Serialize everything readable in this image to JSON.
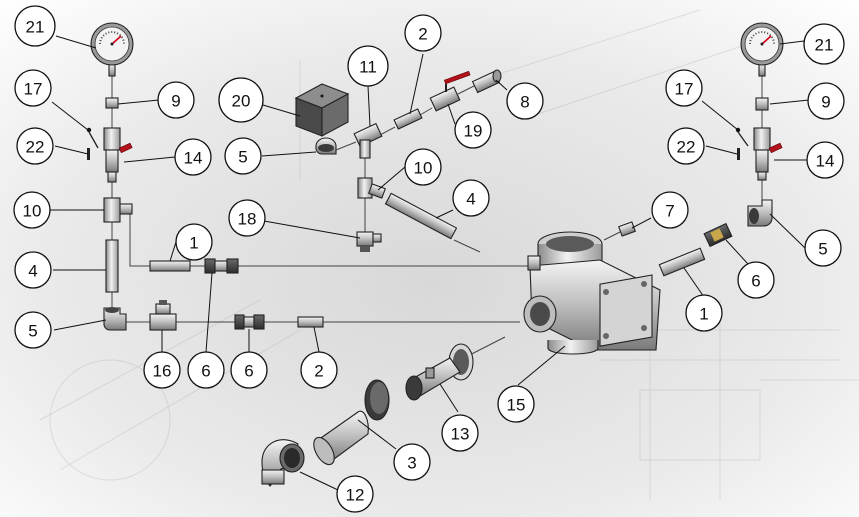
{
  "callouts": [
    {
      "num": "21",
      "part": "gauge-left"
    },
    {
      "num": "17",
      "part": "needle-valve-left"
    },
    {
      "num": "9",
      "part": "adapter-left"
    },
    {
      "num": "22",
      "part": "pin-left"
    },
    {
      "num": "14",
      "part": "ball-valve-left"
    },
    {
      "num": "10",
      "part": "tee-left"
    },
    {
      "num": "1",
      "part": "nipple-upper"
    },
    {
      "num": "4",
      "part": "pipe-left"
    },
    {
      "num": "5",
      "part": "elbow-lower-left"
    },
    {
      "num": "16",
      "part": "check-valve"
    },
    {
      "num": "6",
      "part": "union-lower-a"
    },
    {
      "num": "6",
      "part": "union-lower-b"
    },
    {
      "num": "2",
      "part": "nipple-lower"
    },
    {
      "num": "20",
      "part": "pressure-switch"
    },
    {
      "num": "5",
      "part": "elbow-switch"
    },
    {
      "num": "11",
      "part": "tee-top"
    },
    {
      "num": "2",
      "part": "nipple-top"
    },
    {
      "num": "19",
      "part": "ball-valve-top"
    },
    {
      "num": "8",
      "part": "fitting-top"
    },
    {
      "num": "10",
      "part": "tee-mid"
    },
    {
      "num": "4",
      "part": "pipe-mid"
    },
    {
      "num": "18",
      "part": "valve-mid"
    },
    {
      "num": "7",
      "part": "plug"
    },
    {
      "num": "15",
      "part": "main-valve-body"
    },
    {
      "num": "3",
      "part": "screen-cylinder"
    },
    {
      "num": "13",
      "part": "check-assembly"
    },
    {
      "num": "12",
      "part": "elbow-large"
    },
    {
      "num": "21",
      "part": "gauge-right"
    },
    {
      "num": "17",
      "part": "needle-valve-right"
    },
    {
      "num": "9",
      "part": "adapter-right"
    },
    {
      "num": "22",
      "part": "pin-right"
    },
    {
      "num": "14",
      "part": "ball-valve-right"
    },
    {
      "num": "5",
      "part": "elbow-right"
    },
    {
      "num": "6",
      "part": "union-right"
    },
    {
      "num": "1",
      "part": "nipple-right"
    }
  ],
  "gauge": {
    "face": "#f3f3f3",
    "needle": "#d0021b"
  },
  "colors": {
    "handle": "#b3121c",
    "background": "#ececec",
    "ink": "#111111"
  }
}
